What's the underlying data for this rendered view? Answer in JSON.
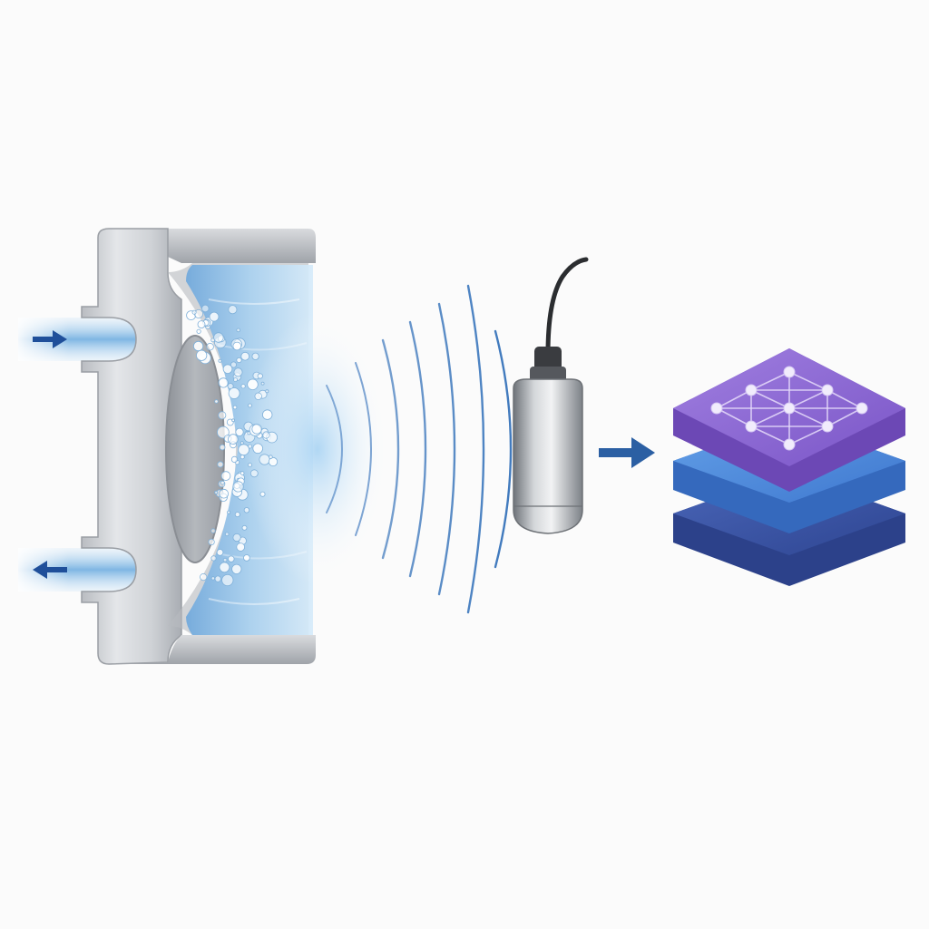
{
  "scene": {
    "background": "#fbfbfb",
    "components": [
      {
        "name": "valve-body",
        "icon": "valve-cross-section-icon",
        "color": "#c9ccd1"
      },
      {
        "name": "water-chamber",
        "icon": "water-icon",
        "color": "#9ccbec"
      },
      {
        "name": "cavitation-bubbles",
        "icon": "bubbles-icon",
        "color": "#ffffff"
      },
      {
        "name": "acoustic-emission-waves",
        "icon": "sound-wave-icon",
        "color": "#2f6eb8"
      },
      {
        "name": "acoustic-sensor",
        "icon": "hydrophone-sensor-icon",
        "color": "#9a9ea4"
      },
      {
        "name": "flow-to-model-arrow",
        "icon": "arrow-right-icon",
        "color": "#2b5fa3"
      },
      {
        "name": "neural-network-stack",
        "icon": "neural-network-layers-icon"
      }
    ],
    "flow_arrows": [
      {
        "name": "inlet-arrow",
        "icon": "arrow-right-icon",
        "direction": "right",
        "color": "#1f4f9a"
      },
      {
        "name": "outlet-arrow",
        "icon": "arrow-left-icon",
        "direction": "left",
        "color": "#1f4f9a"
      }
    ],
    "layer_colors": {
      "top": "#8a63d2",
      "middle": "#4a88dc",
      "bottom": "#34509f"
    }
  }
}
